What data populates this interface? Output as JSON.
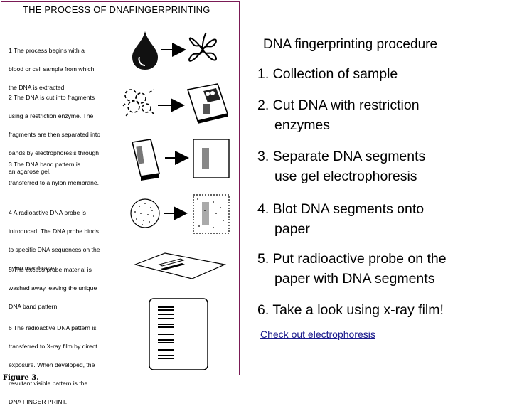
{
  "figure": {
    "title": "THE PROCESS OF DNAFINGERPRINTING",
    "caption": "Figure 3.",
    "steps": [
      {
        "lines": [
          "1  The process begins with a",
          "blood or cell sample from which",
          "the DNA is extracted."
        ]
      },
      {
        "lines": [
          "2  The DNA is cut into fragments",
          "using a restriction enzyme. The",
          "fragments are then separated into",
          "bands by electrophoresis through",
          "an agarose gel."
        ]
      },
      {
        "lines": [
          "3  The DNA band pattern is",
          "transferred to a nylon membrane."
        ]
      },
      {
        "lines": [
          "4  A radioactive DNA probe is",
          "introduced. The DNA probe binds",
          "to specific DNA sequences on the",
          "nylon membrane."
        ]
      },
      {
        "lines": [
          "5  The excess probe material is",
          "washed away leaving the unique",
          "DNA band pattern."
        ]
      },
      {
        "lines": [
          "6  The radioactive DNA pattern is",
          "transferred to X-ray film by direct",
          "exposure.  When developed, the",
          "resultant visible pattern is the",
          "DNA FINGER PRINT."
        ]
      }
    ]
  },
  "slide": {
    "heading": "DNA fingerprinting procedure",
    "items": [
      {
        "line1": "1. Collection of sample",
        "line2": ""
      },
      {
        "line1": "2. Cut DNA with restriction",
        "line2": "enzymes"
      },
      {
        "line1": "3. Separate DNA segments",
        "line2": "use gel electrophoresis"
      },
      {
        "line1": "4. Blot DNA segments onto",
        "line2": "paper"
      },
      {
        "line1": "5. Put radioactive probe on the",
        "line2": "paper with DNA segments"
      },
      {
        "line1": "6. Take a look using x-ray film!",
        "line2": ""
      }
    ],
    "link_text": " Check out electrophoresis"
  }
}
